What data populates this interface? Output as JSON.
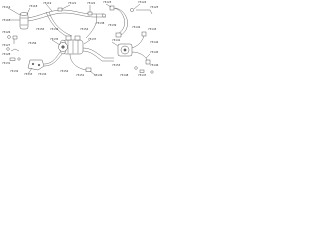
{
  "diagram": {
    "callouts": [
      "73116",
      "73117",
      "73118",
      "73119",
      "73121",
      "73122",
      "73123",
      "73124",
      "73125",
      "73126",
      "73127",
      "73128",
      "73131",
      "73132",
      "73133",
      "73134",
      "73135",
      "73136",
      "73137",
      "73138",
      "73139",
      "73141",
      "73142",
      "73143",
      "73144",
      "73145",
      "73146",
      "73147",
      "73148",
      "73149",
      "73151",
      "73152",
      "73153",
      "73154",
      "73155",
      "73156"
    ]
  }
}
